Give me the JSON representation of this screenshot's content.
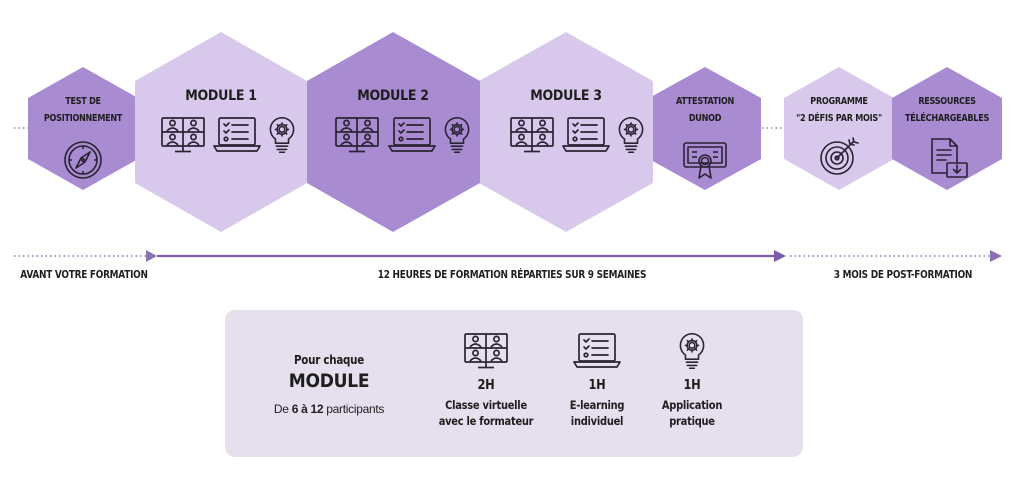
{
  "colors": {
    "dark_purple": "#a88bd1",
    "light_purple": "#d8c9ec",
    "icon_stroke": "#2a2333",
    "legend_bg": "#e6e0ee",
    "line": "#7a5ca8"
  },
  "steps": [
    {
      "label_lines": [
        "TEST DE",
        "POSITIONNEMENT"
      ],
      "icon": "compass-icon"
    },
    {
      "label": "MODULE 1",
      "icons": [
        "virtual-class-icon",
        "elearning-laptop-icon",
        "lightbulb-gear-icon"
      ]
    },
    {
      "label": "MODULE 2",
      "icons": [
        "virtual-class-icon",
        "elearning-laptop-icon",
        "lightbulb-gear-icon"
      ]
    },
    {
      "label": "MODULE 3",
      "icons": [
        "virtual-class-icon",
        "elearning-laptop-icon",
        "lightbulb-gear-icon"
      ]
    },
    {
      "label_lines": [
        "ATTESTATION",
        "DUNOD"
      ],
      "icon": "certificate-icon"
    },
    {
      "label_lines": [
        "PROGRAMME",
        "\"2 DÉFIS PAR MOIS\""
      ],
      "icon": "target-icon"
    },
    {
      "label_lines": [
        "RESSOURCES",
        "TÉLÉCHARGEABLES"
      ],
      "icon": "download-document-icon"
    }
  ],
  "timeline": {
    "before": "AVANT VOTRE FORMATION",
    "during": "12 HEURES DE FORMATION RÉPARTIES SUR 9 SEMAINES",
    "after": "3 MOIS DE POST-FORMATION"
  },
  "legend": {
    "intro": "Pour chaque",
    "title": "MODULE",
    "participants": {
      "prefix": "De ",
      "min": "6",
      "sep": " à ",
      "max": "12",
      "suffix": " participants"
    },
    "items": [
      {
        "duration": "2H",
        "label_lines": [
          "Classe virtuelle",
          "avec le formateur"
        ],
        "icon": "virtual-class-icon"
      },
      {
        "duration": "1H",
        "label_lines": [
          "E-learning",
          "individuel"
        ],
        "icon": "elearning-laptop-icon"
      },
      {
        "duration": "1H",
        "label_lines": [
          "Application",
          "pratique"
        ],
        "icon": "lightbulb-gear-icon"
      }
    ]
  }
}
